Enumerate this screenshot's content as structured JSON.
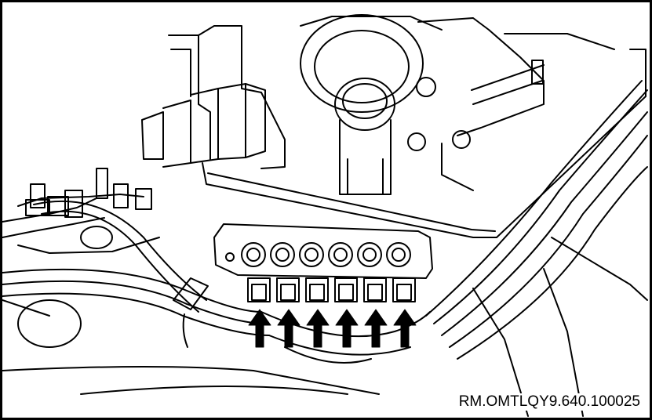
{
  "figure": {
    "reference_code": "RM.OMTLQY9.640.100025",
    "arrow_count": 6,
    "bolt_count": 6,
    "line_color": "#000000",
    "background_color": "#ffffff"
  }
}
